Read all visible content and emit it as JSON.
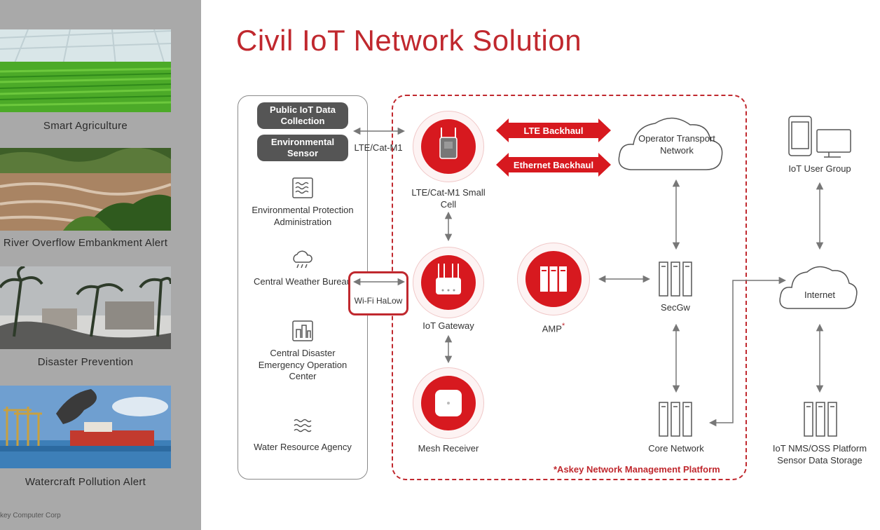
{
  "title": "Civil IoT Network Solution",
  "sidebar": {
    "items": [
      {
        "label": "Smart Agriculture"
      },
      {
        "label": "River Overflow Embankment Alert"
      },
      {
        "label": "Disaster Prevention"
      },
      {
        "label": "Watercraft Pollution Alert"
      }
    ],
    "footer": "key Computer Corp"
  },
  "left_panel": {
    "pill1": "Public IoT Data Collection",
    "pill2": "Environmental Sensor",
    "link_label": "LTE/Cat-M1",
    "agencies": [
      {
        "label": "Environmental Protection Administration",
        "icon": "water-waves-icon"
      },
      {
        "label": "Central Weather Bureau",
        "icon": "rain-cloud-icon"
      },
      {
        "label": "Central Disaster Emergency Operation Center",
        "icon": "city-building-icon"
      },
      {
        "label": "Water Resource Agency",
        "icon": "water-waves-icon"
      }
    ]
  },
  "wifi_halow": "Wi-Fi HaLow",
  "nodes": {
    "small_cell": "LTE/Cat-M1 Small Cell",
    "gateway": "IoT Gateway",
    "mesh": "Mesh Receiver",
    "amp": "AMP",
    "amp_mark": "*",
    "secgw": "SecGw",
    "core": "Core Network",
    "operator": "Operator Transport Network",
    "internet": "Internet",
    "user_group": "IoT User Group",
    "nms": "IoT NMS/OSS Platform Sensor Data Storage"
  },
  "banners": {
    "lte": "LTE Backhaul",
    "ethernet": "Ethernet Backhaul"
  },
  "askey_note": "*Askey Network Management Platform",
  "colors": {
    "accent": "#c0282e",
    "node_red": "#d7191f",
    "pill": "#555555",
    "sidebar": "#a9a9a9"
  }
}
